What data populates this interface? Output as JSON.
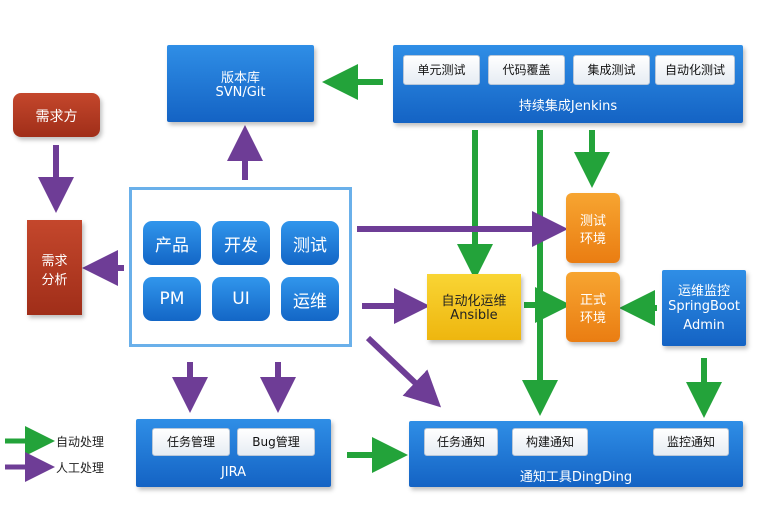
{
  "repo": {
    "title": "版本库",
    "subtitle": "SVN/Git"
  },
  "ci": {
    "title": "持续集成Jenkins",
    "items": [
      "单元测试",
      "代码覆盖",
      "集成测试",
      "自动化测试"
    ]
  },
  "demand": {
    "label": "需求方"
  },
  "analysis": {
    "line1": "需求",
    "line2": "分析"
  },
  "roles": [
    "产品",
    "开发",
    "测试",
    "PM",
    "UI",
    "运维"
  ],
  "env_test": {
    "line1": "测试",
    "line2": "环境"
  },
  "env_prod": {
    "line1": "正式",
    "line2": "环境"
  },
  "ansible": {
    "line1": "自动化运维",
    "line2": "Ansible"
  },
  "monitor": {
    "line1": "运维监控",
    "line2": "SpringBoot",
    "line3": "Admin"
  },
  "jira": {
    "title": "JIRA",
    "items": [
      "任务管理",
      "Bug管理"
    ]
  },
  "notify": {
    "title": "通知工具DingDing",
    "items": [
      "任务通知",
      "构建通知",
      "监控通知"
    ]
  },
  "legend": {
    "auto": "自动处理",
    "manual": "人工处理"
  },
  "colors": {
    "auto": "#23a33a",
    "manual": "#6e3d96",
    "blue": "#1a6fd0",
    "orange": "#f08a1c",
    "yellow": "#f3c51a",
    "red": "#b03a22"
  }
}
